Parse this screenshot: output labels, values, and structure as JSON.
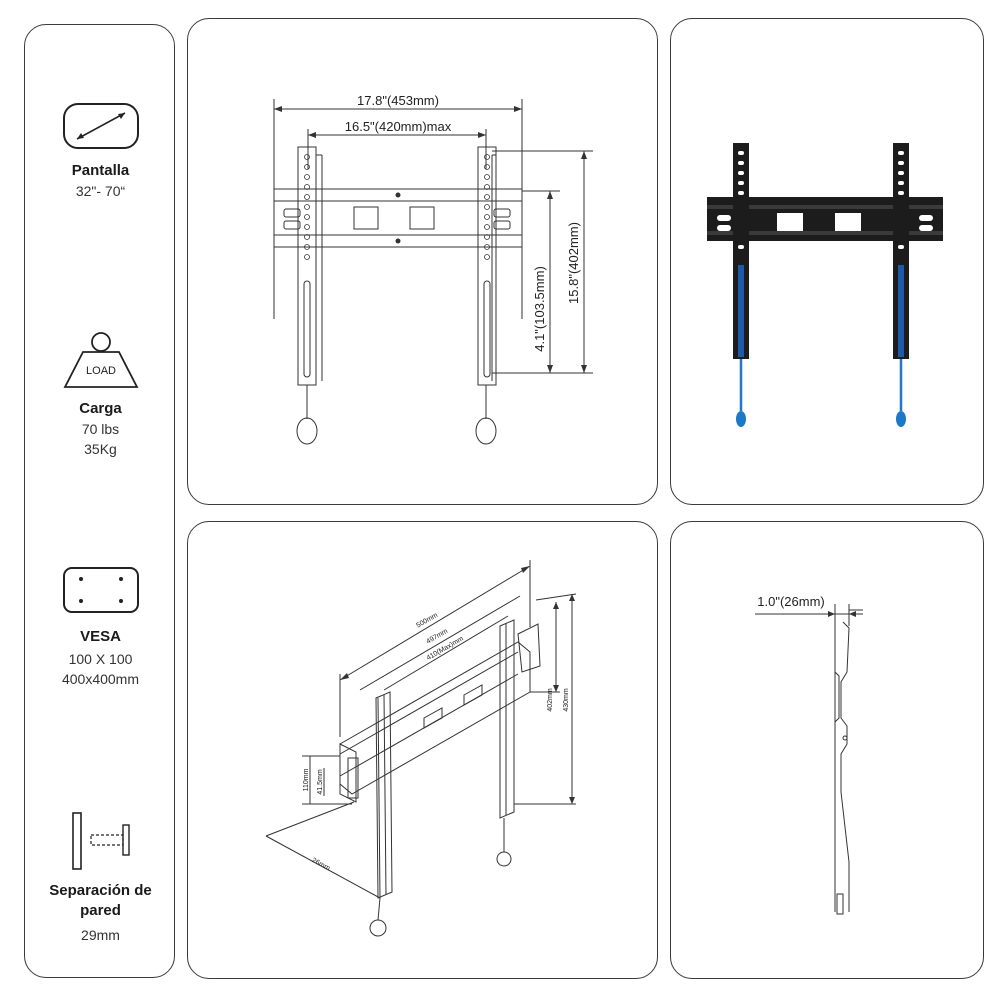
{
  "specs": {
    "screen": {
      "title": "Pantalla",
      "value": "32\"- 70“",
      "icon": "screen-diagonal-icon"
    },
    "load": {
      "title": "Carga",
      "value_1": "70 lbs",
      "value_2": "35Kg",
      "icon_label": "LOAD",
      "icon": "weight-icon"
    },
    "vesa": {
      "title": "VESA",
      "value_1": "100 X 100",
      "value_2": "400x400mm",
      "icon": "vesa-pattern-icon"
    },
    "wall": {
      "title_1": "Separación de",
      "title_2": "pared",
      "value": "29mm",
      "icon": "wall-distance-icon"
    }
  },
  "front_drawing": {
    "width_total": "17.8\"(453mm)",
    "width_max": "16.5\"(420mm)max",
    "height_total": "15.8\"(402mm)",
    "height_center": "4.1\"(103.5mm)"
  },
  "iso_drawing": {
    "dim_500": "500mm",
    "dim_497": "497mm",
    "dim_410": "410(Max)mm",
    "dim_402": "402mm",
    "dim_430": "430mm",
    "dim_110": "110mm",
    "dim_415": "41.5mm",
    "dim_26": "26mm"
  },
  "side_drawing": {
    "depth": "1.0\"(26mm)"
  },
  "colors": {
    "line": "#3a3a3a",
    "bracket_black": "#1c1c1c",
    "lock_blue": "#1e78c8"
  }
}
